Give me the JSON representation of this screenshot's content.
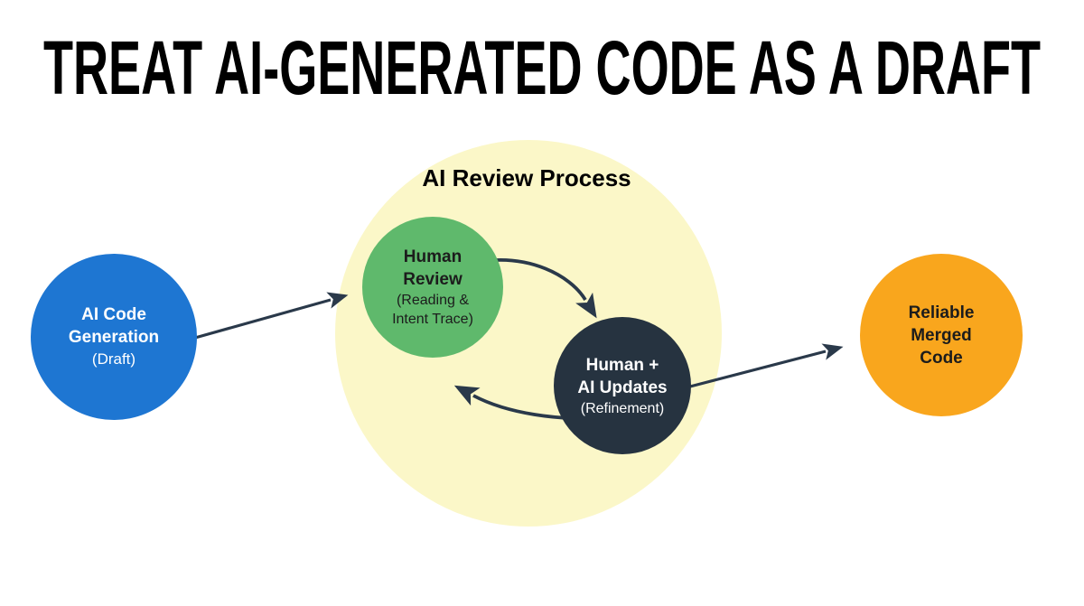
{
  "title": "TREAT AI-GENERATED CODE AS A DRAFT",
  "diagram": {
    "process_label": "AI Review Process",
    "nodes": {
      "ai_code_generation": {
        "line1": "AI Code",
        "line2": "Generation",
        "sub": "(Draft)"
      },
      "human_review": {
        "line1": "Human",
        "line2": "Review",
        "sub1": "(Reading &",
        "sub2": "Intent Trace)"
      },
      "human_ai_updates": {
        "line1": "Human +",
        "line2": "AI Updates",
        "sub": "(Refinement)"
      },
      "reliable_merged_code": {
        "line1": "Reliable",
        "line2": "Merged",
        "line3": "Code"
      }
    },
    "arrows": [
      {
        "name": "generation-to-review",
        "from": "ai_code_generation",
        "to": "human_review",
        "style": "straight"
      },
      {
        "name": "review-to-updates",
        "from": "human_review",
        "to": "human_ai_updates",
        "style": "curved"
      },
      {
        "name": "updates-to-review",
        "from": "human_ai_updates",
        "to": "human_review",
        "style": "curved"
      },
      {
        "name": "updates-to-merged",
        "from": "human_ai_updates",
        "to": "reliable_merged_code",
        "style": "straight"
      }
    ]
  },
  "colors": {
    "background": "#ffffff",
    "title": "#000000",
    "process_bg": "#fbf7c8",
    "node_blue": "#1e76d2",
    "node_green": "#5fb96c",
    "node_dark": "#263340",
    "node_orange": "#f9a61d",
    "arrow": "#2a394a",
    "text_light": "#ffffff",
    "text_dark": "#1c1c1c"
  }
}
